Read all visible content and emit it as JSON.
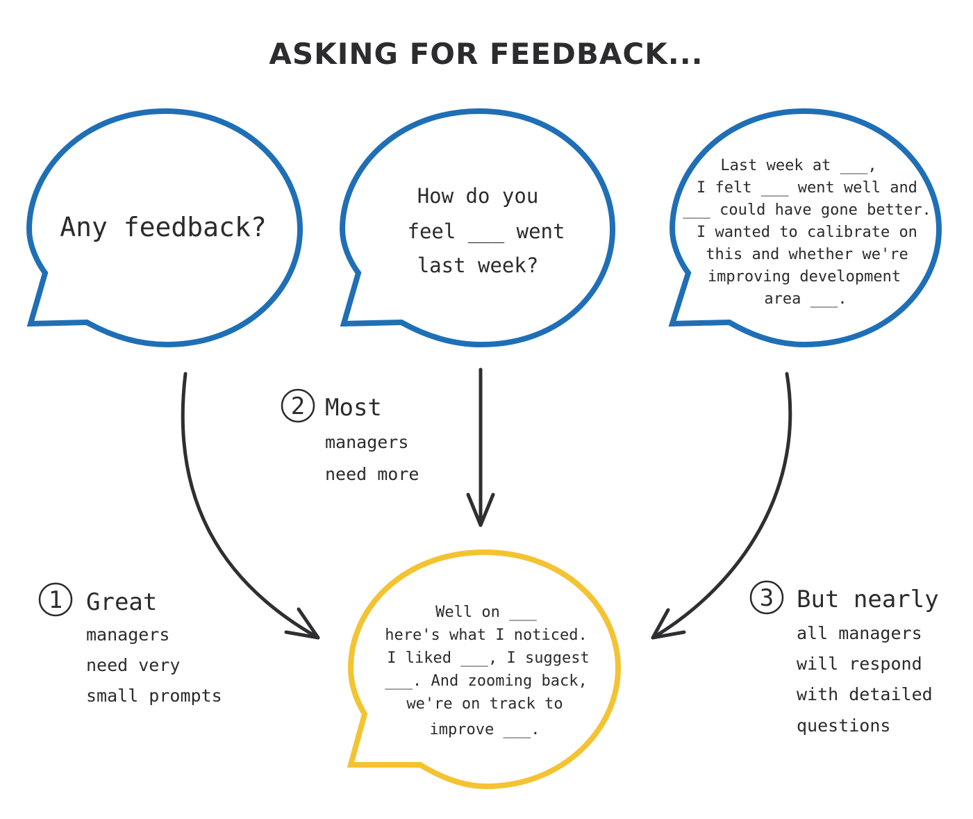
{
  "title": "ASKING FOR FEEDBACK...",
  "colors": {
    "blue": "#1f6fb6",
    "yellow": "#f4c331",
    "ink": "#2b2b2b"
  },
  "bubbles": [
    {
      "lines": [
        "Any feedback?"
      ]
    },
    {
      "lines": [
        "How do you",
        "feel ___ went",
        "last week?"
      ]
    },
    {
      "lines": [
        "Last week at ___,",
        "I felt ___ went well and",
        "___ could have gone better.",
        "I wanted to calibrate on",
        "this and whether we're",
        "improving development",
        "area ___."
      ]
    }
  ],
  "response": {
    "lines": [
      "Well on ___",
      "here's what I noticed.",
      "I liked ___, I suggest",
      "___. And zooming back,",
      "we're on track to",
      "improve ___."
    ]
  },
  "notes": [
    {
      "number": "1",
      "lines": [
        "Great",
        "managers",
        "need very",
        "small prompts"
      ]
    },
    {
      "number": "2",
      "lines": [
        "Most",
        "managers",
        "need more"
      ]
    },
    {
      "number": "3",
      "lines": [
        "But nearly",
        "all managers",
        "will respond",
        "with detailed",
        "questions"
      ]
    }
  ]
}
